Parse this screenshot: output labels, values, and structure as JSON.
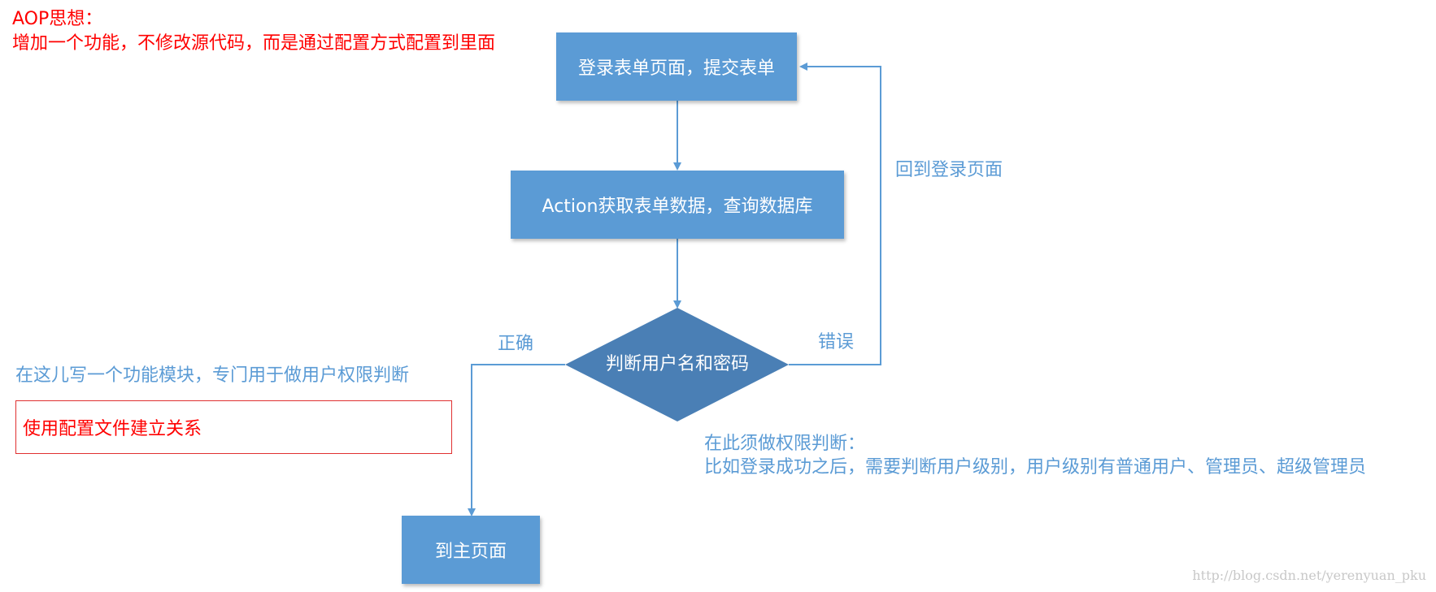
{
  "heading": {
    "title": "AOP思想：",
    "subtitle": "增加一个功能，不修改源代码，而是通过配置方式配置到里面"
  },
  "nodes": {
    "login_form": "登录表单页面，提交表单",
    "action_query": "Action获取表单数据，查询数据库",
    "decision": "判断用户名和密码",
    "main_page": "到主页面"
  },
  "edges": {
    "correct": "正确",
    "error": "错误",
    "back_to_login": "回到登录页面"
  },
  "notes": {
    "module_note": "在这儿写一个功能模块，专门用于做用户权限判断",
    "config_note": "使用配置文件建立关系",
    "permission_title": "在此须做权限判断：",
    "permission_detail": "比如登录成功之后，需要判断用户级别，用户级别有普通用户、管理员、超级管理员"
  },
  "watermark": "http://blog.csdn.net/yerenyuan_pku",
  "colors": {
    "node_fill": "#5b9bd5",
    "decision_fill": "#4a7fb5",
    "arrow": "#5b9bd5",
    "red_text": "#ff0000"
  }
}
